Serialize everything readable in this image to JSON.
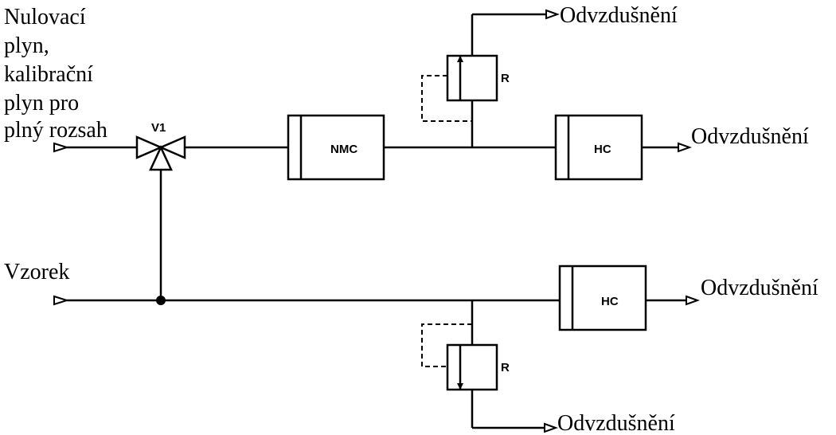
{
  "labels": {
    "input_gas_lines": [
      "Nulovací",
      "plyn,",
      "kalibrační",
      "plyn pro",
      "plný rozsah"
    ],
    "sample": "Vzorek",
    "valve": "V1",
    "nmc": "NMC",
    "hc_top": "HC",
    "hc_bottom": "HC",
    "regulator_top": "R",
    "regulator_bottom": "R",
    "vent_top": "Odvzdušnění",
    "vent_hc_top": "Odvzdušnění",
    "vent_hc_bottom": "Odvzdušnění",
    "vent_bottom": "Odvzdušnění"
  }
}
